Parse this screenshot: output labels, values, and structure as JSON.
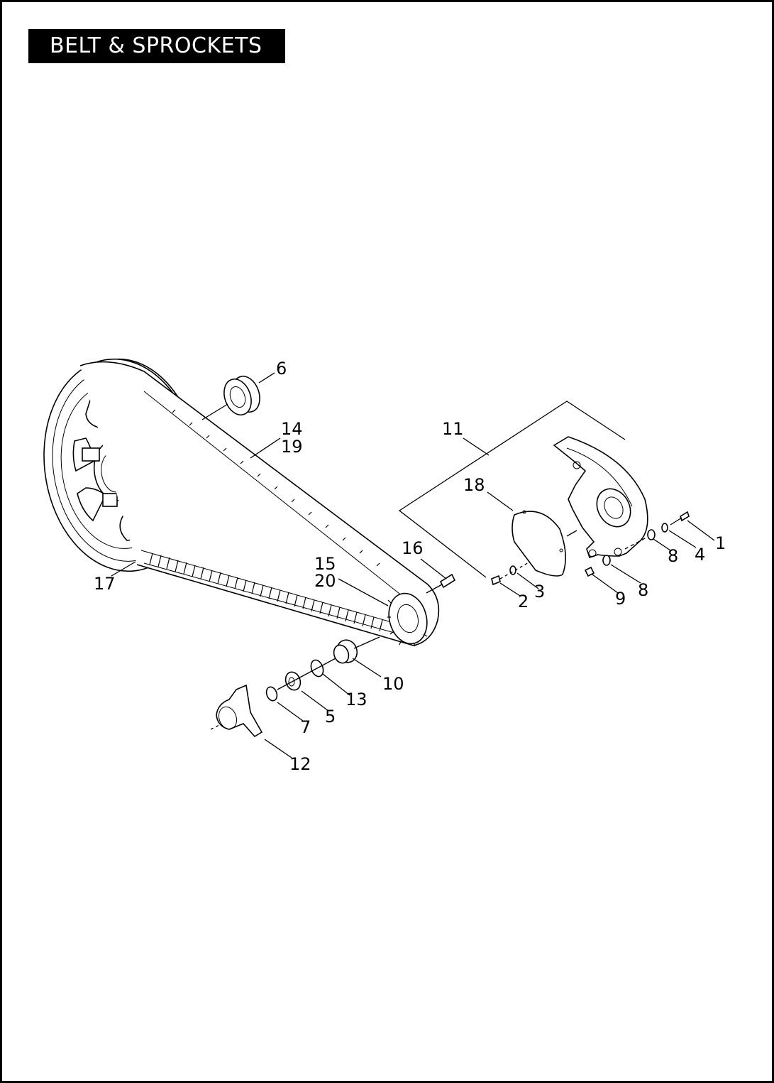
{
  "title": "BELT & SPROCKETS",
  "callouts": [
    "6",
    "14",
    "19",
    "11",
    "18",
    "16",
    "1",
    "8",
    "4",
    "15",
    "20",
    "17",
    "3",
    "2",
    "8",
    "9",
    "10",
    "13",
    "5",
    "7",
    "12"
  ],
  "colors": {
    "ink": "#000000",
    "paper": "#ffffff"
  }
}
